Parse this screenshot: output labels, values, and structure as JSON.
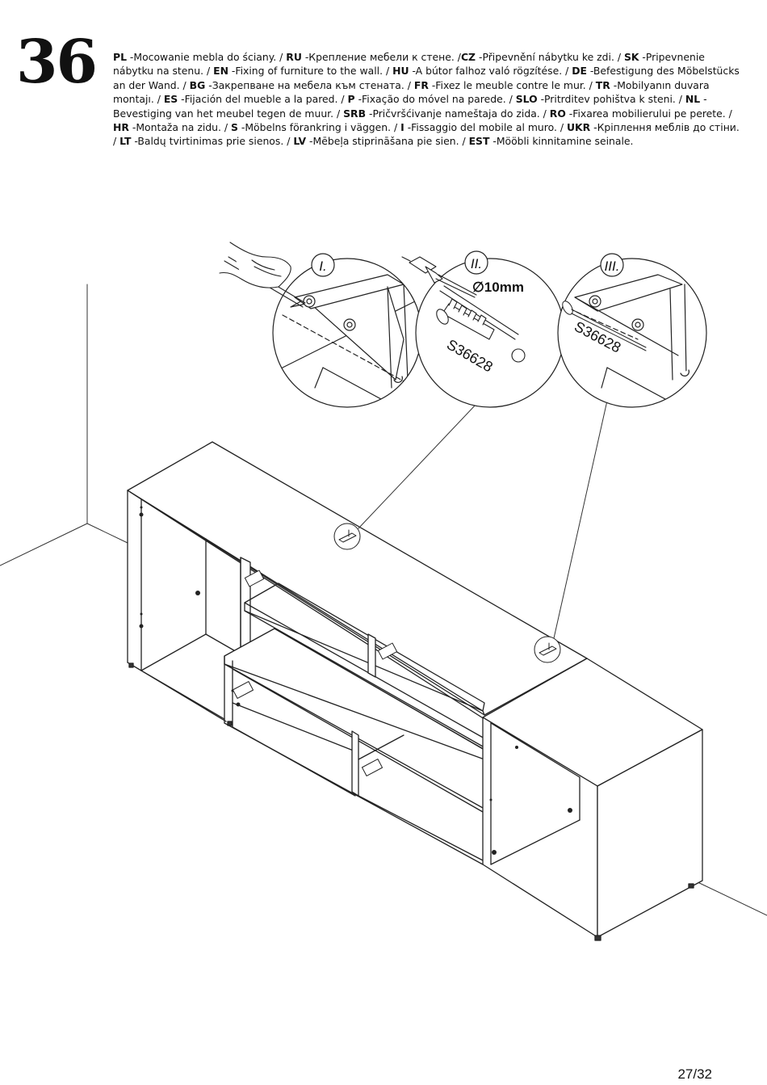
{
  "step": {
    "number": "36"
  },
  "instructions": [
    {
      "code": "PL",
      "text": " -Mocowanie mebla do ściany. / "
    },
    {
      "code": "RU",
      "text": " -Крепление мебели к стене. /"
    },
    {
      "code": "CZ",
      "text": " -Připevnění nábytku ke zdi. / "
    },
    {
      "code": "SK",
      "text": " -Pripevnenie nábytku na stenu. / "
    },
    {
      "code": "EN",
      "text": " -Fixing of furniture to the wall. / "
    },
    {
      "code": "HU",
      "text": " -A bútor falhoz való rögzítése. / "
    },
    {
      "code": "DE",
      "text": " -Befestigung des Möbelstücks an der Wand. / "
    },
    {
      "code": "BG",
      "text": " -Закрепване на мебела към стената. / "
    },
    {
      "code": "FR",
      "text": " -Fixez le meuble contre le mur. / "
    },
    {
      "code": "TR",
      "text": " -Mobilyanın duvara montajı. / "
    },
    {
      "code": "ES",
      "text": " -Fijación del mueble a la pared. / "
    },
    {
      "code": "P",
      "text": " -Fixação do móvel na parede. / "
    },
    {
      "code": "SLO",
      "text": " -Pritrditev pohištva k steni. / "
    },
    {
      "code": "NL",
      "text": " -Bevestiging van het meubel tegen de muur. / "
    },
    {
      "code": "SRB",
      "text": " -Pričvršćivanje nameštaja do zida. / "
    },
    {
      "code": "RO",
      "text": " -Fixarea mobilierului pe perete. / "
    },
    {
      "code": "HR",
      "text": " -Montaža na zidu. / "
    },
    {
      "code": "S",
      "text": " -Möbelns förankring i väggen. / "
    },
    {
      "code": "I",
      "text": " -Fissaggio del mobile al muro. / "
    },
    {
      "code": "UKR",
      "text": " -Кріплення меблів до стіни. / "
    },
    {
      "code": "LT",
      "text": " -Baldų tvirtinimas prie sienos. / "
    },
    {
      "code": "LV",
      "text": " -Mēbeļa stiprināšana pie sien. / "
    },
    {
      "code": "EST",
      "text": " -Mööbli kinnitamine seinale."
    }
  ],
  "details": {
    "detail_1_label": "I.",
    "detail_2_label": "II.",
    "detail_3_label": "III.",
    "drill_size": "∅10mm",
    "part_code_2": "S36628",
    "part_code_3": "S36628"
  },
  "footer": {
    "page": "27/32"
  }
}
